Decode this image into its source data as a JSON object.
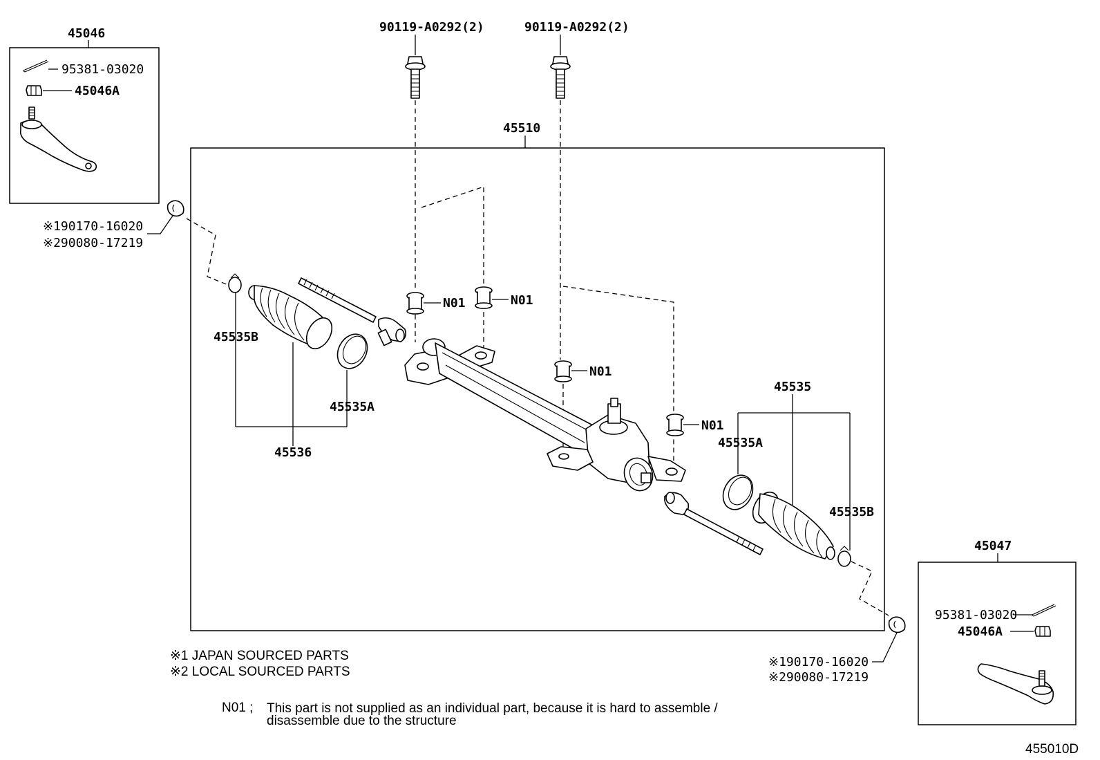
{
  "labels": {
    "tie_rod_end_left": "45046",
    "cotter_pin_left": "95381-03020",
    "nut_left": "45046A",
    "bolt_left": "90119-A0292(2)",
    "bolt_right": "90119-A0292(2)",
    "gear_assembly": "45510",
    "seal_left_1": "※190170-16020",
    "seal_left_2": "※290080-17219",
    "bushing_1": "N01",
    "bushing_2": "N01",
    "bushing_3": "N01",
    "bushing_4": "N01",
    "clip_b_left": "45535B",
    "clamp_a_left": "45535A",
    "boot_left": "45536",
    "boot_set_right": "45535",
    "clamp_a_right": "45535A",
    "clip_b_right": "45535B",
    "tie_rod_end_right": "45047",
    "cotter_pin_right": "95381-03020",
    "nut_right": "45046A",
    "seal_right_1": "※190170-16020",
    "seal_right_2": "※290080-17219",
    "diagram_code": "455010D"
  },
  "notes": {
    "note_1": "※1 JAPAN SOURCED PARTS",
    "note_2": "※2 LOCAL SOURCED PARTS",
    "n01_key": "N01 ;",
    "n01_line_1": "This part is not supplied as an individual part, because it is hard to assemble /",
    "n01_line_2": "disassemble due to the structure"
  }
}
